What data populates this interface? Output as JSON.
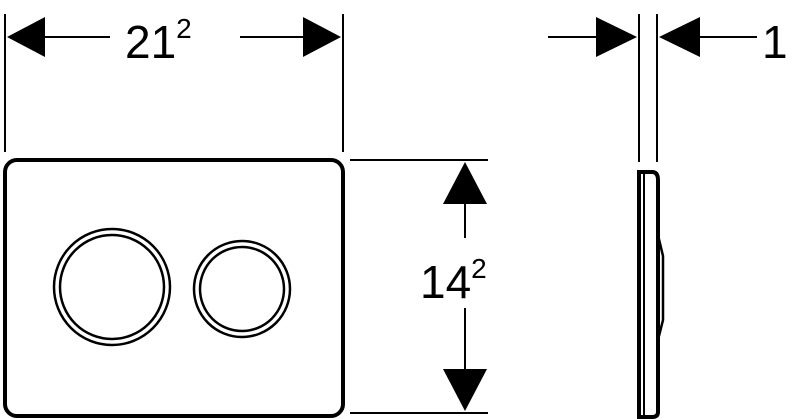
{
  "colors": {
    "line": "#000000",
    "background": "#ffffff",
    "ring_gap": "#ffffff"
  },
  "dimensions": {
    "width": {
      "base": "21",
      "sup": "2"
    },
    "height": {
      "base": "14",
      "sup": "2"
    },
    "thickness": {
      "base": "1"
    }
  },
  "parts": {
    "plate": "front-view",
    "side": "side-view",
    "buttons": [
      "dual-flush-large-button",
      "dual-flush-small-button"
    ]
  }
}
